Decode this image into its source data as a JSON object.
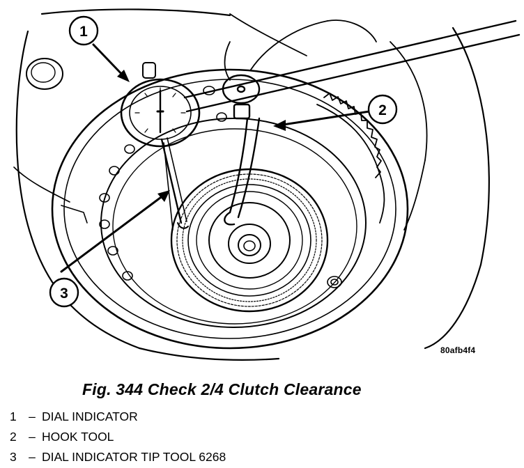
{
  "figure": {
    "callouts": [
      {
        "number": "1"
      },
      {
        "number": "2"
      },
      {
        "number": "3"
      }
    ],
    "image_code": "80afb4f4"
  },
  "caption": "Fig. 344 Check 2/4 Clutch Clearance",
  "legend": [
    {
      "number": "1",
      "separator": "–",
      "label": "DIAL INDICATOR"
    },
    {
      "number": "2",
      "separator": "–",
      "label": "HOOK TOOL"
    },
    {
      "number": "3",
      "separator": "–",
      "label": "DIAL INDICATOR TIP TOOL 6268"
    }
  ]
}
